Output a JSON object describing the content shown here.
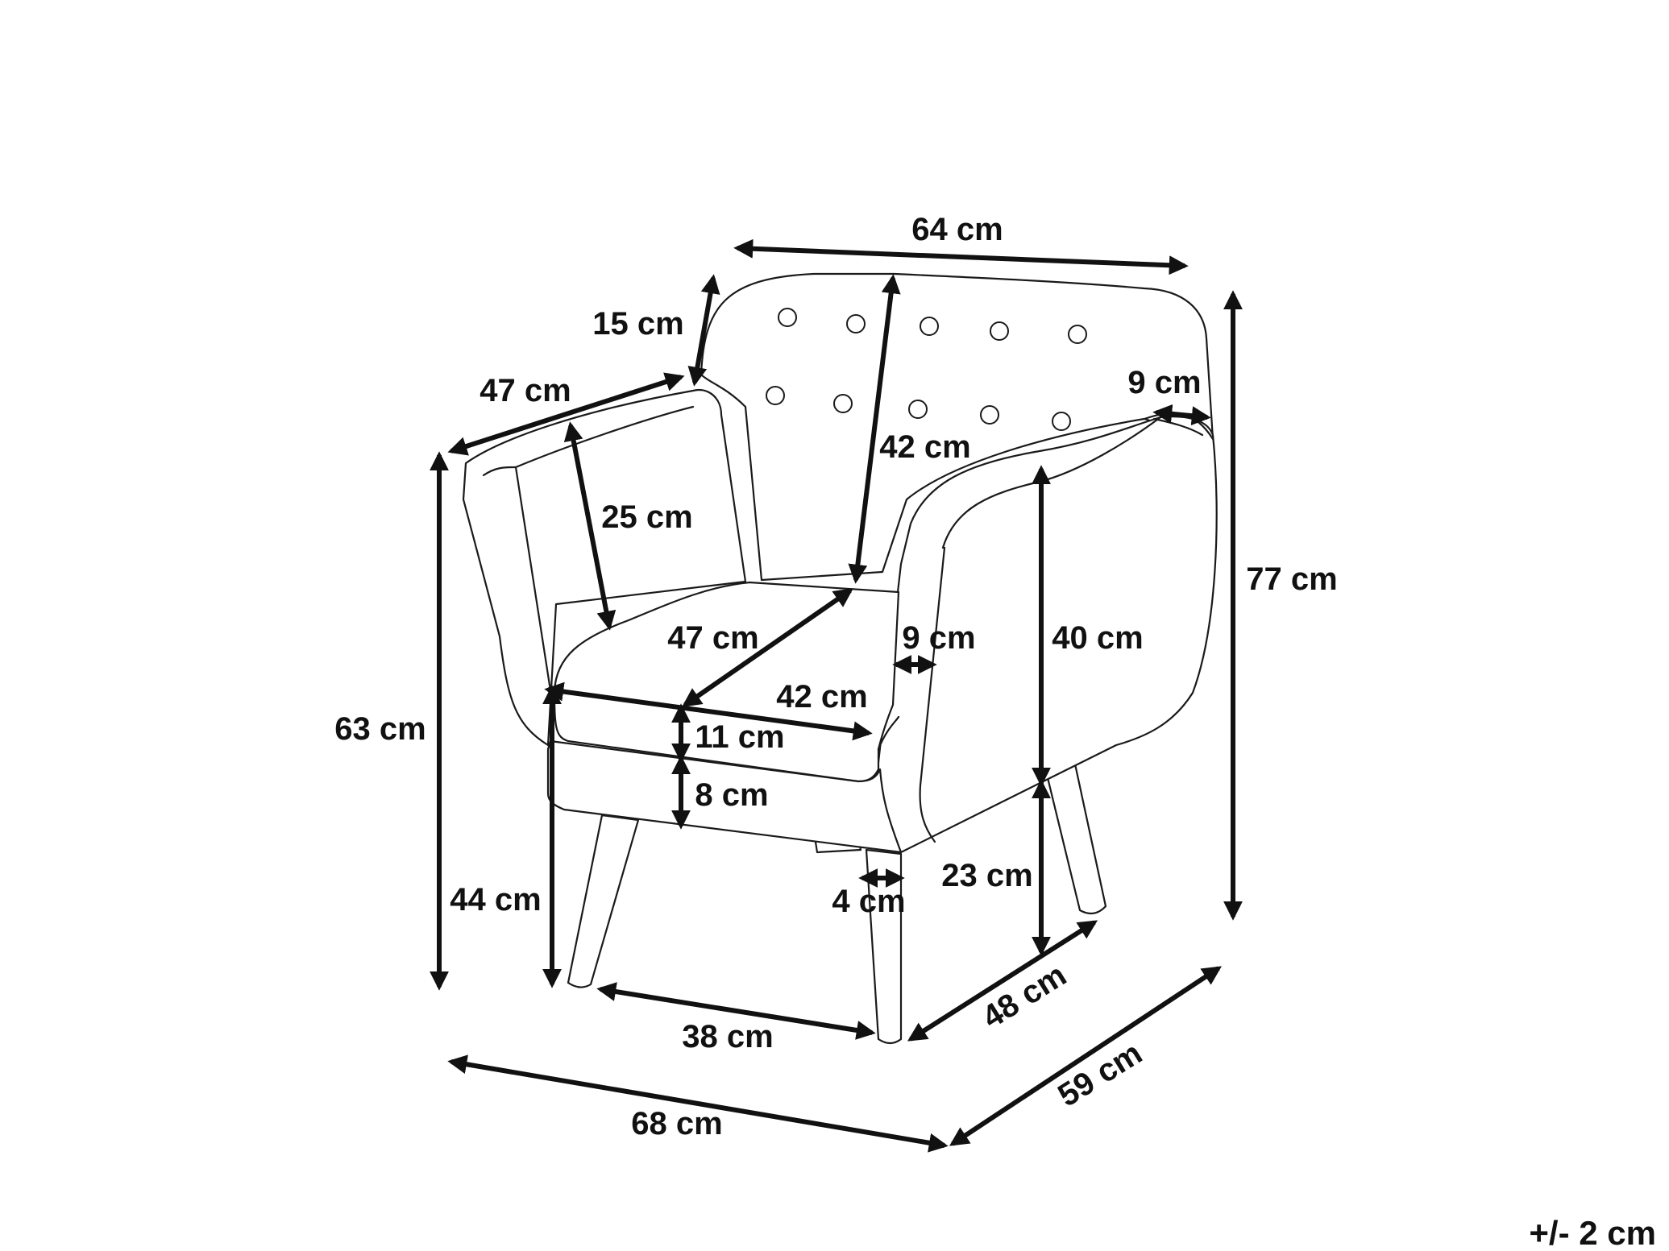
{
  "dimensions": {
    "back_width": "64 cm",
    "back_top_depth": "15 cm",
    "armrest_length": "47 cm",
    "backrest_height": "42 cm",
    "armrest_side_width": "9 cm",
    "inner_arm_height": "25 cm",
    "overall_height": "77 cm",
    "seat_depth": "47 cm",
    "inner_armrest_width": "9 cm",
    "arm_height_above_seat": "40 cm",
    "seat_width": "42 cm",
    "arm_floor_height": "63 cm",
    "cushion_thickness": "11 cm",
    "frame_thickness": "8 cm",
    "seat_height": "44 cm",
    "leg_width": "4 cm",
    "leg_height": "23 cm",
    "leg_spacing_front": "38 cm",
    "leg_spacing_side": "48 cm",
    "overall_width": "68 cm",
    "overall_depth": "59 cm"
  },
  "tolerance": "+/- 2 cm",
  "colors": {
    "line": "#1a1a1a",
    "background": "#ffffff"
  }
}
